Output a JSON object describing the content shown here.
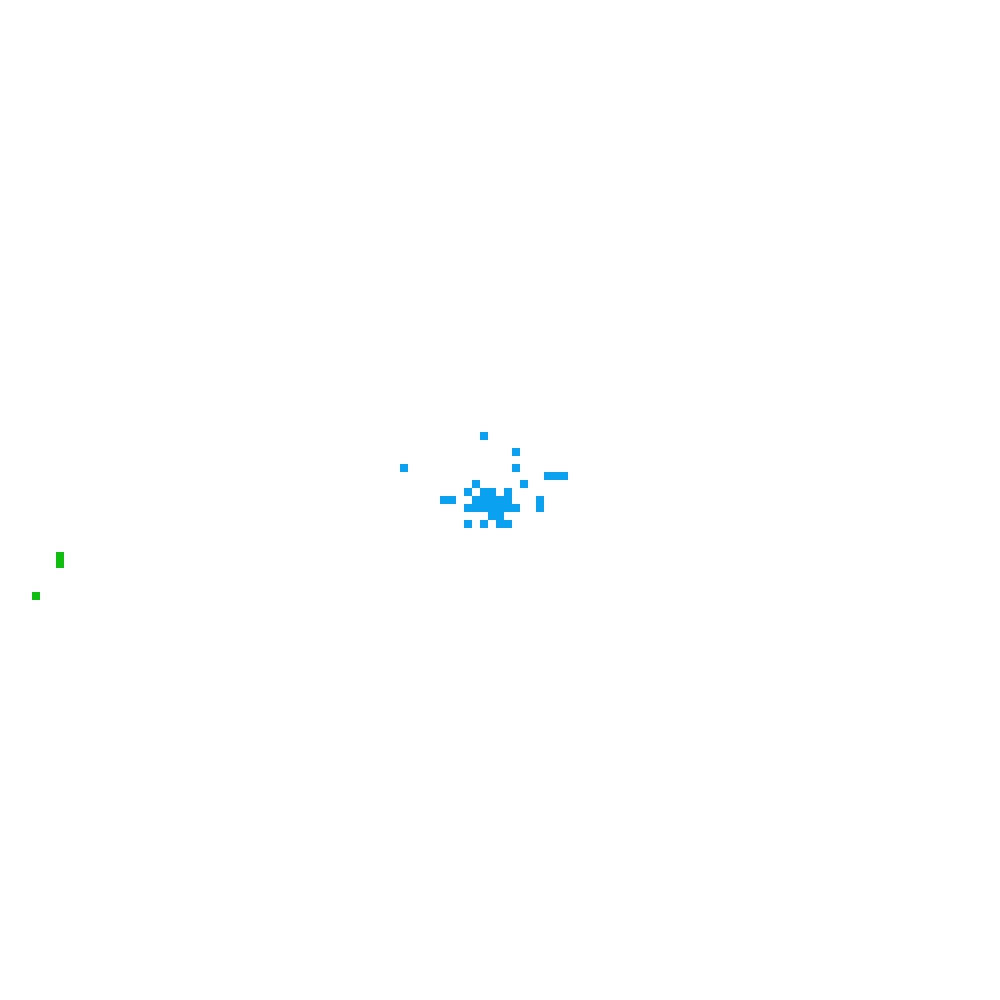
{
  "board": {
    "background": "#ffffff",
    "grid_columns": 125,
    "grid_rows": 125
  },
  "colonies": [
    {
      "name": "blue-colony",
      "color": "#0ba1f1",
      "cells": [
        [
          60,
          54
        ],
        [
          64,
          56
        ],
        [
          50,
          58
        ],
        [
          64,
          58
        ],
        [
          68,
          59
        ],
        [
          69,
          59
        ],
        [
          70,
          59
        ],
        [
          59,
          60
        ],
        [
          65,
          60
        ],
        [
          58,
          61
        ],
        [
          60,
          61
        ],
        [
          61,
          61
        ],
        [
          63,
          61
        ],
        [
          55,
          62
        ],
        [
          56,
          62
        ],
        [
          59,
          62
        ],
        [
          60,
          62
        ],
        [
          61,
          62
        ],
        [
          62,
          62
        ],
        [
          63,
          62
        ],
        [
          67,
          62
        ],
        [
          58,
          63
        ],
        [
          59,
          63
        ],
        [
          60,
          63
        ],
        [
          61,
          63
        ],
        [
          62,
          63
        ],
        [
          63,
          63
        ],
        [
          64,
          63
        ],
        [
          67,
          63
        ],
        [
          61,
          64
        ],
        [
          62,
          64
        ],
        [
          58,
          65
        ],
        [
          60,
          65
        ],
        [
          62,
          65
        ],
        [
          63,
          65
        ]
      ]
    },
    {
      "name": "green-colony",
      "color": "#10c010",
      "cells": [
        [
          7,
          69
        ],
        [
          7,
          70
        ],
        [
          4,
          74
        ]
      ]
    }
  ]
}
